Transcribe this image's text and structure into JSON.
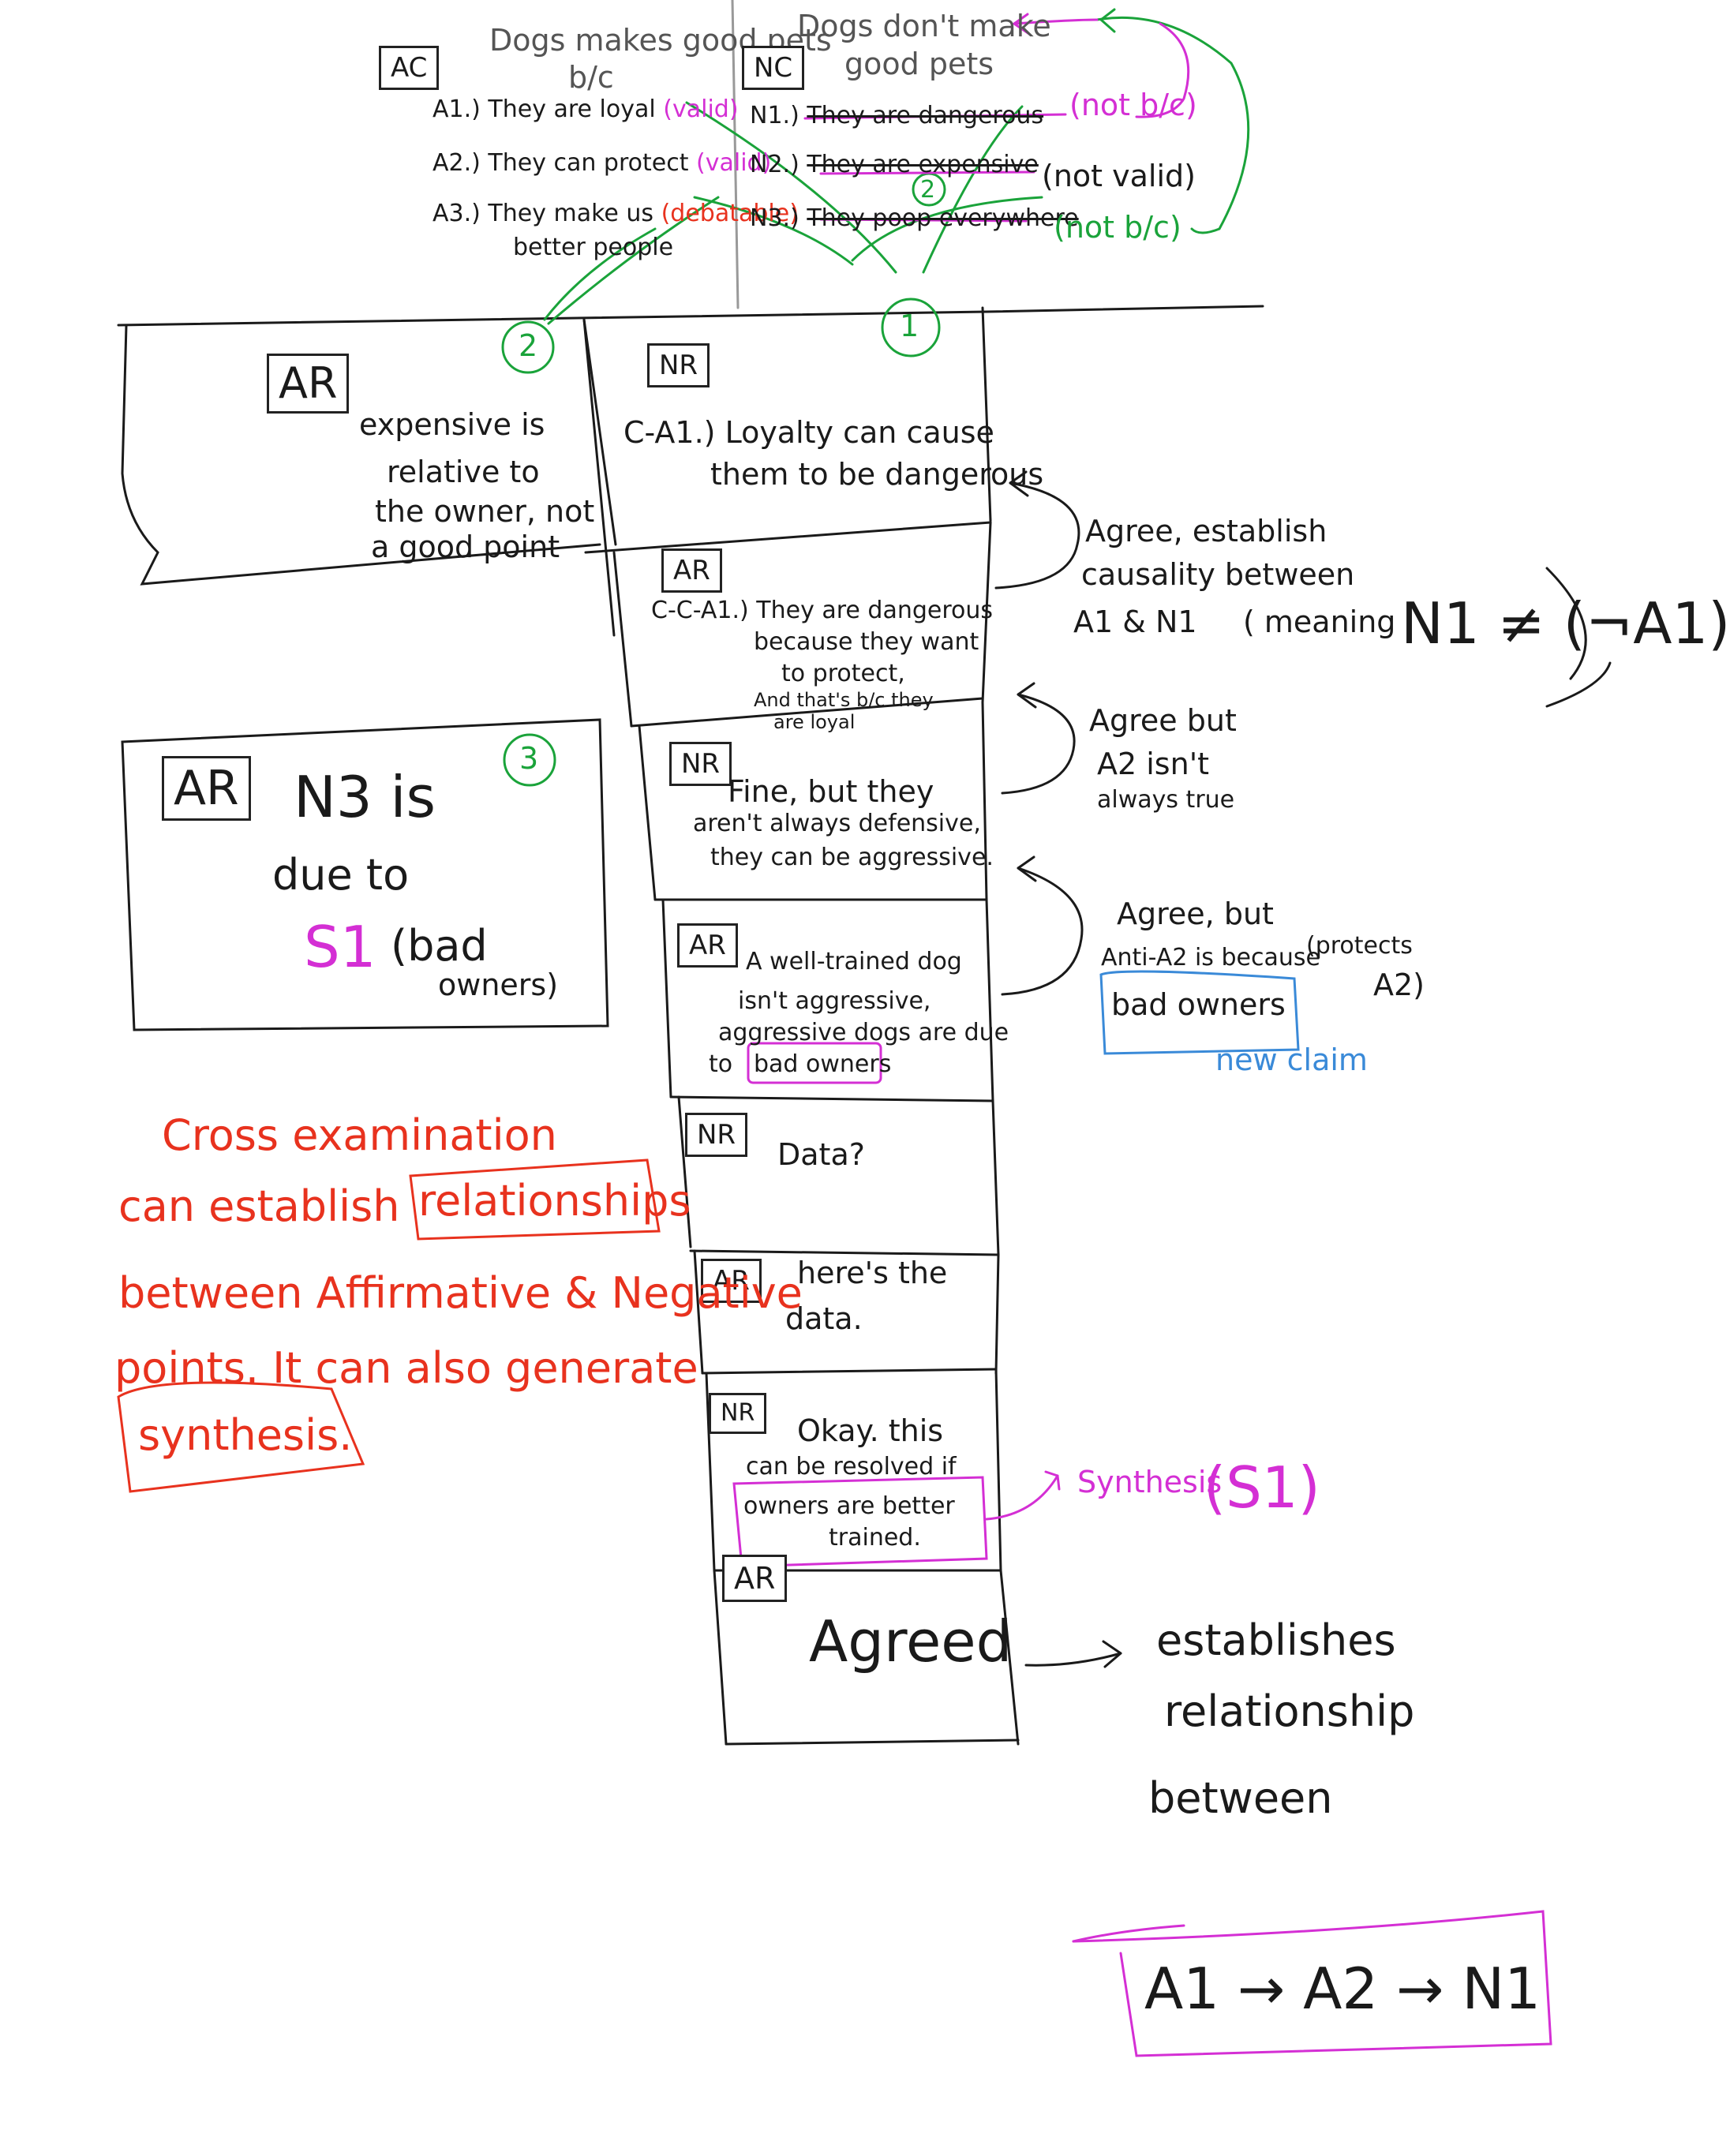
{
  "constructive": {
    "ac_tag": "AC",
    "nc_tag": "NC",
    "ac_heading_1": "Dogs makes good pets",
    "ac_heading_2": "b/c",
    "nc_heading_1": "Dogs don't make",
    "nc_heading_2": "good pets",
    "a_points": [
      {
        "label": "A1.)",
        "text": "They are loyal",
        "verdict": "(valid)"
      },
      {
        "label": "A2.)",
        "text": "They can protect",
        "verdict": "(valid)"
      },
      {
        "label": "A3.)",
        "text": "They make us",
        "text2": "better people",
        "verdict": "(debatable)"
      }
    ],
    "n_points": [
      {
        "label": "N1.)",
        "text": "They are dangerous",
        "verdict": "(not b/c)"
      },
      {
        "label": "N2.)",
        "text": "They are expensive",
        "verdict": "(not valid)"
      },
      {
        "label": "N3.)",
        "text": "They poop everywhere",
        "verdict": "(not b/c)"
      }
    ],
    "circle_labels": [
      "2",
      "1",
      "2",
      "3"
    ]
  },
  "rebuttals": [
    {
      "tag": "NR",
      "lines": [
        "C-A1.) Loyalty can cause",
        "them to be dangerous"
      ]
    },
    {
      "tag": "AR",
      "lines": [
        "C-C-A1.) They are dangerous",
        "because they want",
        "to protect,",
        "And that's b/c they",
        "are loyal"
      ]
    },
    {
      "tag": "NR",
      "lines": [
        "Fine, but they",
        "aren't always defensive,",
        "they can be aggressive."
      ]
    },
    {
      "tag": "AR",
      "lines": [
        "A well-trained dog",
        "isn't aggressive,",
        "aggressive dogs are due",
        "to"
      ],
      "highlight": "bad owners"
    },
    {
      "tag": "NR",
      "lines": [
        "Data?"
      ]
    },
    {
      "tag": "AR",
      "lines": [
        "here's the",
        "data."
      ]
    },
    {
      "tag": "NR",
      "lines": [
        "Okay. this",
        "can be resolved if"
      ],
      "highlight_lines": [
        "owners are better",
        "trained."
      ]
    },
    {
      "tag": "AR",
      "lines": [
        "Agreed"
      ]
    }
  ],
  "side_boxes": {
    "expensive": {
      "tag": "AR",
      "lines": [
        "expensive is",
        "relative to",
        "the owner, not",
        "a good point"
      ]
    },
    "n3": {
      "tag": "AR",
      "line1": "N3 is",
      "line2": "due to",
      "s1": "S1",
      "paren": "(bad",
      "paren2": "owners)"
    }
  },
  "notes": {
    "n1": {
      "line1": "Agree, establish",
      "line2": "causality between",
      "line3": "A1 & N1",
      "meaning": "( meaning",
      "formula": "N1 ≠ (¬A1)"
    },
    "n2": {
      "line1": "Agree but",
      "line2": "A2 isn't",
      "line3": "always true"
    },
    "n3": {
      "line1": "Agree, but",
      "line2": "Anti-A2 is because",
      "paren": "(protects",
      "paren2": "A2)",
      "claim": "bad owners",
      "claim_label": "new claim"
    },
    "synthesis": {
      "label": "Synthesis",
      "tag": "(S1)"
    },
    "relationship": {
      "line1": "establishes",
      "line2": "relationship",
      "line3": "between",
      "formula": "A1 → A2 → N1"
    }
  },
  "cross_exam": {
    "lines": [
      "Cross examination",
      "can establish",
      "between Affirmative & Negative",
      "points. It can also generate"
    ],
    "boxed_1": "relationships",
    "boxed_2": "synthesis."
  },
  "colors": {
    "ink": "#1a1a1a",
    "green": "#1aa33a",
    "pink": "#d42fd4",
    "red": "#e8321e",
    "blue": "#3a8ad8"
  }
}
